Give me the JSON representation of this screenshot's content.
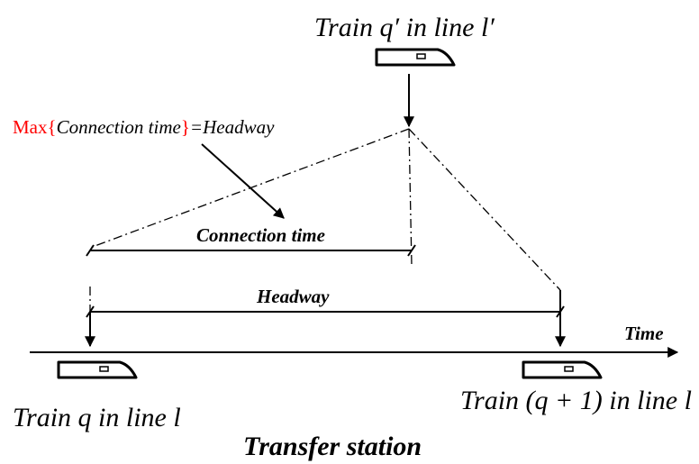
{
  "top_train_label": {
    "pre": "Train ",
    "q": "q",
    "prime1": "′",
    "mid": " in line ",
    "l": "l",
    "prime2": "′"
  },
  "max_label": {
    "max": "Max",
    "open": "{",
    "inner": "Connection time",
    "close": "}",
    "eq": "=Headway"
  },
  "connection_time_label": "Connection time",
  "headway_label": "Headway",
  "time_axis_label": "Time",
  "train_q_label": "Train q in line l",
  "train_q1_label": {
    "pre": "Train ",
    "paren": "(q + 1)",
    "post": " in line l"
  },
  "station_label": "Transfer station",
  "colors": {
    "highlight": "#ff0000",
    "ink": "#000000"
  }
}
